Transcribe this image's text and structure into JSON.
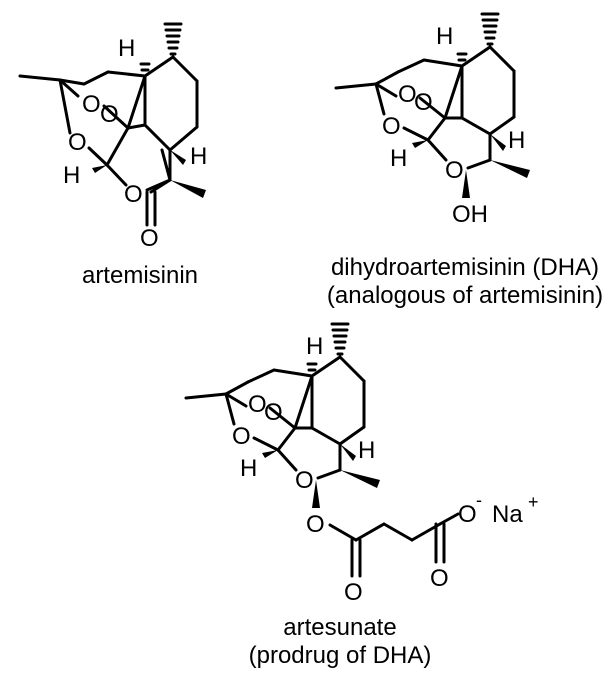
{
  "compounds": [
    {
      "id": "artemisinin",
      "caption_lines": [
        "artemisinin"
      ]
    },
    {
      "id": "dha",
      "caption_lines": [
        "dihydroartemisinin (DHA)",
        "(analogous of artemisinin)"
      ]
    },
    {
      "id": "artesunate",
      "caption_lines": [
        "artesunate",
        "(prodrug of DHA)"
      ]
    }
  ],
  "atom_labels": {
    "O": "O",
    "H": "H",
    "OH": "OH",
    "O_minus": "O",
    "charge_minus": "-",
    "Na": "Na",
    "charge_plus": "+"
  }
}
